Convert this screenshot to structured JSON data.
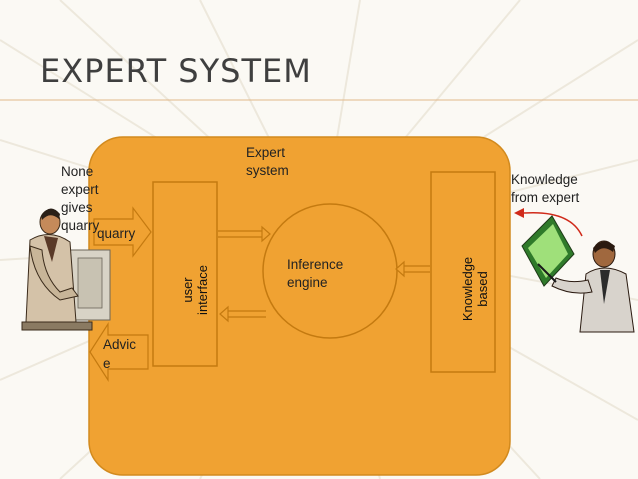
{
  "slide": {
    "title": "EXPERT SYSTEM",
    "system_label": "Expert\nsystem",
    "left_user_label": "None\nexpert\ngives\nquarry",
    "input_arrow_label": "quarry",
    "output_arrow_label": "Advic\ne",
    "right_label": "Knowledge\nfrom expert",
    "interface_label": "user\ninterface",
    "engine_label": "Inference\nengine",
    "knowledge_label": "Knowledge\nbased"
  },
  "colors": {
    "system_fill": "#f0a232",
    "system_stroke": "#d28a1e",
    "box_stroke": "#c47a10",
    "arrow_red": "#d02a1a"
  }
}
